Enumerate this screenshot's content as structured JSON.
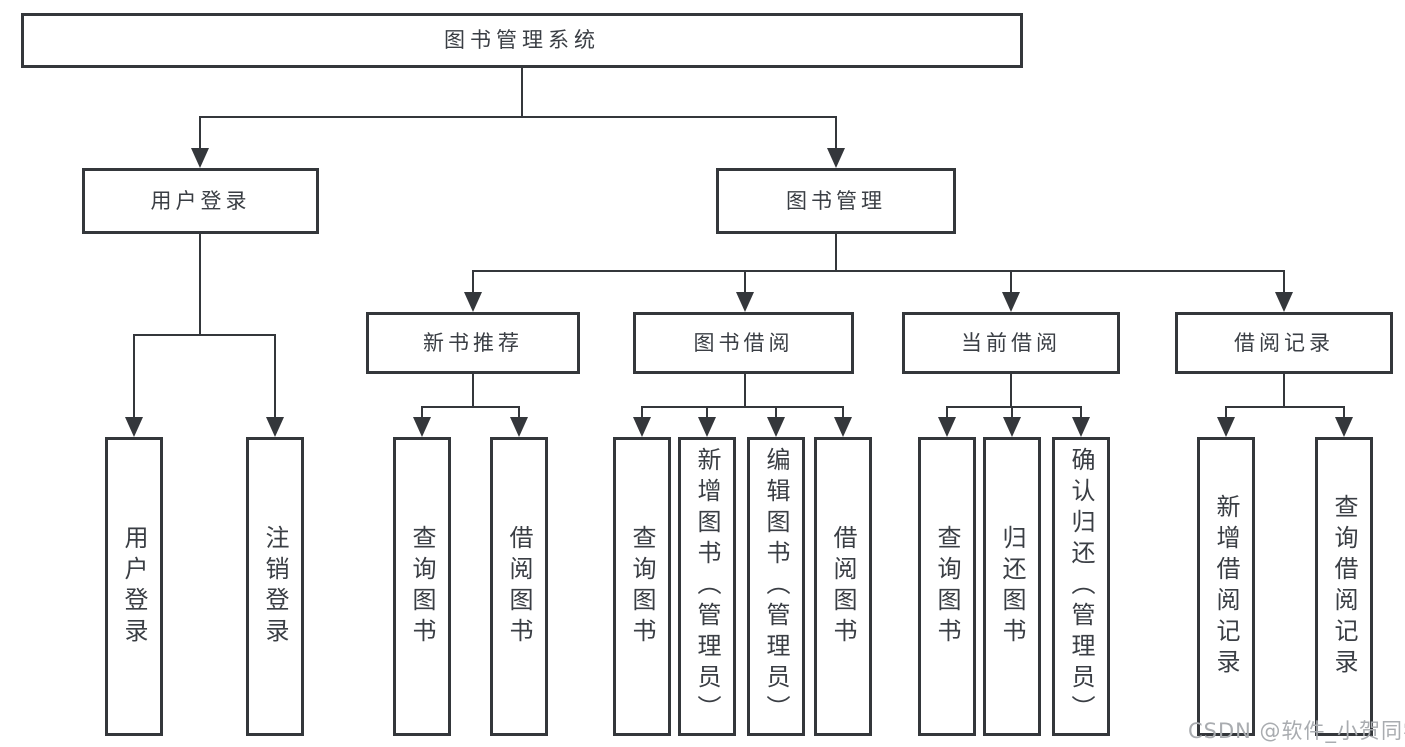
{
  "diagram": {
    "title": "图书管理系统",
    "type": "functional-structure-tree",
    "colors": {
      "line": "#34373b",
      "text": "#3a3e44",
      "box_background": "#ffffff",
      "watermark": "#a9acb0"
    },
    "nodes": {
      "root": "图书管理系统",
      "level2": {
        "login": "用户登录",
        "management": "图书管理"
      },
      "level3": [
        "新书推荐",
        "图书借阅",
        "当前借阅",
        "借阅记录"
      ],
      "leaves": [
        "用户登录",
        "注销登录",
        "查询图书",
        "借阅图书",
        "查询图书",
        "新增图书（管理员）",
        "编辑图书（管理员）",
        "借阅图书",
        "查询图书",
        "归还图书",
        "确认归还（管理员）",
        "新增借阅记录",
        "查询借阅记录"
      ]
    },
    "edges": [
      "root->用户登录",
      "root->图书管理",
      "用户登录->用户登录",
      "用户登录->注销登录",
      "图书管理->新书推荐",
      "图书管理->图书借阅",
      "图书管理->当前借阅",
      "图书管理->借阅记录",
      "新书推荐->查询图书",
      "新书推荐->借阅图书",
      "图书借阅->查询图书",
      "图书借阅->新增图书（管理员）",
      "图书借阅->编辑图书（管理员）",
      "图书借阅->借阅图书",
      "当前借阅->查询图书",
      "当前借阅->归还图书",
      "当前借阅->确认归还（管理员）",
      "借阅记录->新增借阅记录",
      "借阅记录->查询借阅记录"
    ],
    "watermark": "CSDN @软件_小贺同学"
  }
}
